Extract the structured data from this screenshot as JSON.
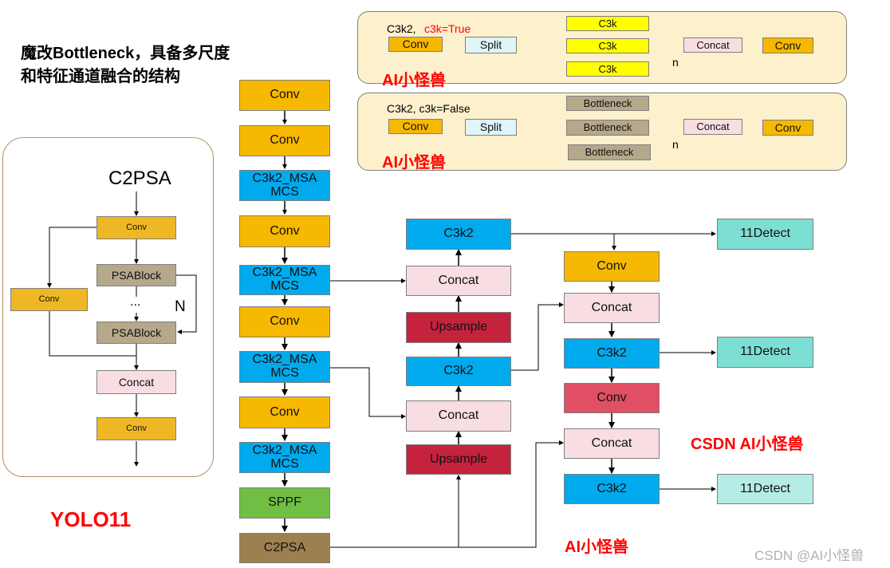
{
  "heading": {
    "line1": "魔改Bottleneck，具备多尺度",
    "line2": "和特征通道融合的结构"
  },
  "yolo_label": "YOLO11",
  "watermarks": {
    "w1": "AI小怪兽",
    "w2": "AI小怪兽",
    "w3": "CSDN AI小怪兽",
    "w4": "AI小怪兽",
    "csdn": "CSDN @AI小怪兽"
  },
  "colors": {
    "orange": "#f6b800",
    "blue": "#00aaed",
    "green": "#70bf44",
    "brown": "#9e8050",
    "pink": "#f8dde3",
    "crimson": "#c5223e",
    "rose": "#e04f63",
    "teal": "#7ddfd3",
    "yellow": "#ffff00",
    "cyan": "#dff5f7",
    "red": "#ff0000"
  },
  "c2psa": {
    "title": "C2PSA",
    "conv_top": "Conv",
    "psa1": "PSABlock",
    "dots": "...",
    "n": "N",
    "psa2": "PSABlock",
    "conv_side": "Conv",
    "concat": "Concat",
    "conv_bottom": "Conv"
  },
  "c3k_true": {
    "title_a": "C3k2,",
    "title_b": "c3k=True",
    "conv": "Conv",
    "split": "Split",
    "b1": "C3k",
    "b2": "C3k",
    "b3": "C3k",
    "concat": "Concat",
    "conv_out": "Conv",
    "n": "n"
  },
  "c3k_false": {
    "title": "C3k2, c3k=False",
    "conv": "Conv",
    "split": "Split",
    "b1": "Bottleneck",
    "b2": "Bottleneck",
    "b3": "Bottleneck",
    "concat": "Concat",
    "conv_out": "Conv",
    "n": "n"
  },
  "backbone": [
    "Conv",
    "Conv",
    "C3k2_MSA\nMCS",
    "Conv",
    "C3k2_MSA\nMCS",
    "Conv",
    "C3k2_MSA\nMCS",
    "Conv",
    "C3k2_MSA\nMCS",
    "SPPF",
    "C2PSA"
  ],
  "neck": {
    "c3k2_top": "C3k2",
    "concat1": "Concat",
    "upsample1": "Upsample",
    "c3k2_mid": "C3k2",
    "concat2": "Concat",
    "upsample2": "Upsample"
  },
  "head": {
    "conv1": "Conv",
    "concat1": "Concat",
    "c3k2_1": "C3k2",
    "conv2": "Conv",
    "concat2": "Concat",
    "c3k2_2": "C3k2",
    "detect1": "11Detect",
    "detect2": "11Detect",
    "detect3": "11Detect"
  }
}
